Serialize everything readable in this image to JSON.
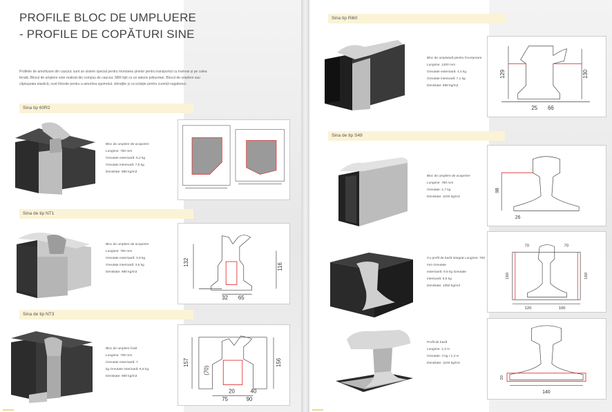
{
  "left": {
    "title_line1": "PROFILE BLOC DE UMPLUERE",
    "title_line2": "- PROFILE DE COPĂTURI SINE",
    "intro": "Profilele de amortizare din cauciuc sunt un sistem special pentru montarea șinelor pentru transportul cu tramvai și pe calea ferată. Blocul de umplere este realizat din compus de cauciuc SBR lipit cu un adeziv poliuretan. Blocul de umplere sau căptușeala elastică, sunt folosite pentru a amortiza zgomotul, vibrațiile și ca izolație pentru curenții vagabonzi.",
    "sections": [
      {
        "heading": "Sina tip 60R2",
        "lines": [
          "Bloc de umplere de acoperire",
          "Lungime: 750 mm",
          "Greutate exterioară: 6,2 kg",
          "Greutate interioară: 7,9 kg",
          "Densitate: 980 kg/m3"
        ]
      },
      {
        "heading": "Sina de tip NT1",
        "lines": [
          "Bloc de umplere de acoperire",
          "Lungime: 750 mm",
          "Greutate exterioară: 2,9 kg",
          "Greutate interioară: 3,6 kg",
          "Densitate: 980 kg/m3"
        ],
        "dims": [
          "132",
          "116",
          "32",
          "65"
        ]
      },
      {
        "heading": "Sina de tip NT3",
        "lines": [
          "Bloc de umplere înalt",
          "Lungime: 700 mm",
          "Greutate exterioară: 7",
          "kg Greutate interioară: 6,5 kg",
          "Densitate: 980 kg/m3"
        ],
        "dims": [
          "157",
          "156",
          "(70)",
          "20",
          "40",
          "75",
          "90"
        ]
      }
    ]
  },
  "right": {
    "sections": [
      {
        "heading": "Sina tip Ri60",
        "lines": [
          "Bloc de umplutură pentru încorporare",
          "Lungime: 1200 mm",
          "Greutate exterioară: 4,4 kg",
          "Greutate interioară: 7,1 kg",
          "Densitate: 980 kg/m3"
        ],
        "dims": [
          "129",
          "130",
          "25",
          "66"
        ]
      },
      {
        "heading": "Sina de tip S49",
        "lines": [
          "Bloc de umplere de acoperire",
          "Lungime: 750 mm",
          "Greutate: 1,7 kg",
          "Densitate: 1100 kg/m3"
        ],
        "dims": [
          "98",
          "26"
        ]
      },
      {
        "heading": "",
        "lines": [
          "Cu profil de bază integrat Lungime: 700",
          "mm Greutate",
          "exterioară: 9,5 kg Greutate",
          "interioară: 8,5 kg",
          "Densitate: 1050 kg/m3"
        ],
        "dims": [
          "70",
          "70",
          "160",
          "160",
          "120",
          "100"
        ]
      },
      {
        "heading": "",
        "lines": [
          "Profil de bază",
          "Lungime: 1,3 m",
          "Greutate: 4 kg / 1,3 m",
          "Densitate: 1100 kg/m3"
        ],
        "dims": [
          "140",
          "20"
        ]
      }
    ]
  }
}
